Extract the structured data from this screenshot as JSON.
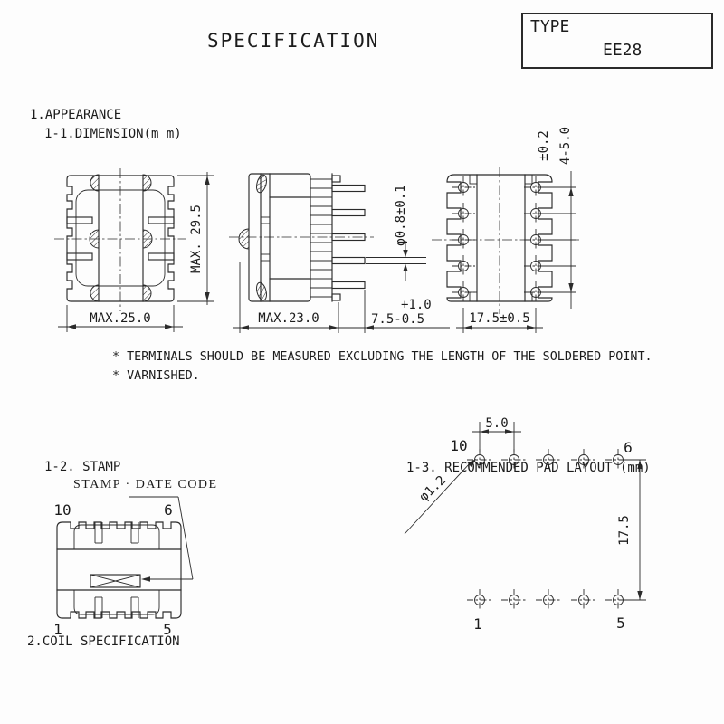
{
  "doc": {
    "title": "SPECIFICATION",
    "type_box": {
      "label": "TYPE",
      "value": "EE28"
    }
  },
  "sections": {
    "appearance": "1.APPEARANCE",
    "dimension": "1-1.DIMENSION(m m)",
    "stamp_heading": "1-2. STAMP",
    "stamp_callout": "STAMP · DATE CODE",
    "pad_layout_heading": "1-3. RECOMMENDED PAD LAYOUT (mm)",
    "coil_heading": "2.COIL SPECIFICATION"
  },
  "notes": {
    "line1": "* TERMINALS SHOULD BE MEASURED EXCLUDING THE LENGTH OF THE SOLDERED POINT.",
    "line2": "* VARNISHED."
  },
  "front_view": {
    "width": "MAX.25.0",
    "height": "MAX. 29.5"
  },
  "side_view": {
    "body_width": "MAX.23.0",
    "pin_length": "7.5-0.5",
    "pin_length_upper_tol": "+1.0",
    "pin_diameter": "φ0.8±0.1"
  },
  "bottom_view": {
    "row_span": "17.5±0.5",
    "pin_pitch": "4-5.0",
    "pin_pitch_tol": "±0.2"
  },
  "stamp_view": {
    "pin_top_left": "10",
    "pin_top_right": "6",
    "pin_bottom_left": "1",
    "pin_bottom_right": "5"
  },
  "pad_layout": {
    "pad_pitch": "5.0",
    "row_span": "17.5",
    "pad_diameter": "φ1.2",
    "pin_top_left": "10",
    "pin_top_right": "6",
    "pin_bottom_left": "1",
    "pin_bottom_right": "5"
  }
}
